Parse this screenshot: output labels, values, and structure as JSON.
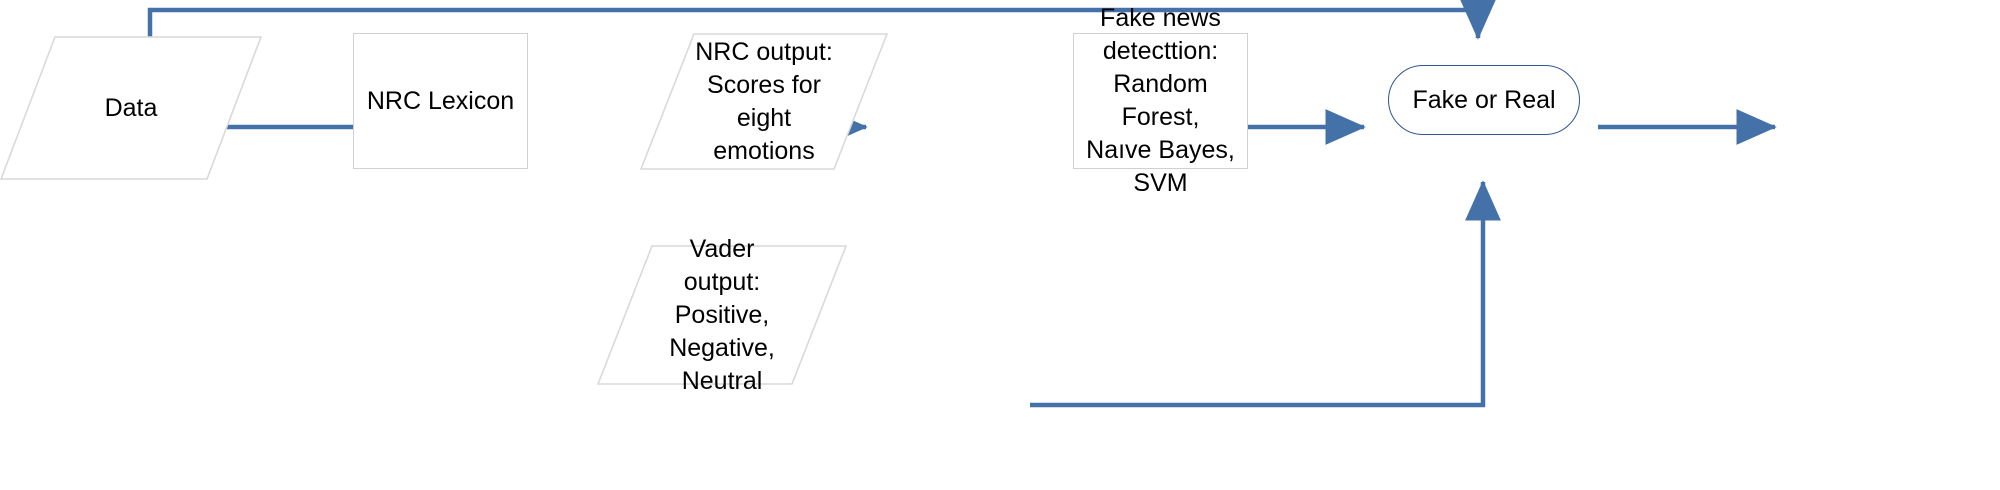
{
  "diagram": {
    "title": "Fake news detection pipeline flowchart",
    "colors": {
      "arrow": "#4472a8",
      "shape_outline": "#d9d9d9",
      "terminator_outline": "#2f5496",
      "text": "#000000",
      "background": "#ffffff"
    },
    "nodes": [
      {
        "id": "data",
        "shape": "parallelogram",
        "label": "Data"
      },
      {
        "id": "nrc-lexicon",
        "shape": "rectangle",
        "label": "NRC Lexicon"
      },
      {
        "id": "nrc-output",
        "shape": "parallelogram",
        "label": "NRC output:\nScores for\neight\nemotions"
      },
      {
        "id": "fake-news-detection",
        "shape": "rectangle",
        "label": "Fake news\ndetecttion:\nRandom Forest,\nNaıve Bayes,\nSVM"
      },
      {
        "id": "fake-or-real",
        "shape": "rounded-terminator",
        "label": "Fake or Real"
      },
      {
        "id": "vader-output",
        "shape": "parallelogram",
        "label": "Vader\noutput:\nPositive,\nNegative,\nNeutral"
      }
    ],
    "edges": [
      {
        "id": "data-to-nrc-lexicon",
        "from": "data",
        "to": "nrc-lexicon",
        "arrowhead": true
      },
      {
        "id": "nrc-lexicon-to-nrc-output",
        "from": "nrc-lexicon",
        "to": "nrc-output",
        "arrowhead": true
      },
      {
        "id": "nrc-output-to-detection",
        "from": "nrc-output",
        "to": "fake-news-detection",
        "arrowhead": true
      },
      {
        "id": "detection-to-fake-or-real",
        "from": "fake-news-detection",
        "to": "fake-or-real",
        "arrowhead": true
      },
      {
        "id": "vader-to-detection",
        "from": "vader-output",
        "to": "fake-news-detection",
        "arrowhead": true
      },
      {
        "id": "data-feedback-to-detection",
        "from": "data",
        "to": "fake-news-detection",
        "arrowhead": true
      }
    ]
  }
}
